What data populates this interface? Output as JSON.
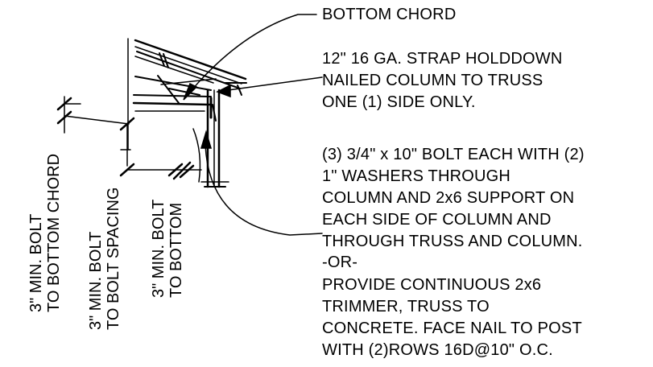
{
  "callouts": {
    "bottom_chord": "BOTTOM CHORD",
    "strap": [
      "12\" 16 GA. STRAP HOLDDOWN",
      "NAILED COLUMN TO TRUSS",
      "ONE (1) SIDE ONLY."
    ],
    "bolt": [
      "(3) 3/4\" x 10\" BOLT EACH WITH (2)",
      "1\" WASHERS THROUGH",
      "COLUMN AND 2x6 SUPPORT ON",
      "EACH SIDE OF COLUMN AND",
      "THROUGH TRUSS AND COLUMN."
    ],
    "or": "-OR-",
    "trimmer": [
      "PROVIDE CONTINUOUS 2x6",
      "TRIMMER, TRUSS TO",
      "CONCRETE. FACE NAIL TO POST",
      "WITH (2)ROWS 16D@10\" O.C."
    ]
  },
  "dimensions": {
    "to_bottom_chord": [
      "3\" MIN. BOLT",
      "TO BOTTOM CHORD"
    ],
    "bolt_spacing": [
      "3\" MIN. BOLT",
      "TO BOLT SPACING"
    ],
    "to_bottom": [
      "3\" MIN. BOLT",
      "TO BOTTOM"
    ]
  }
}
